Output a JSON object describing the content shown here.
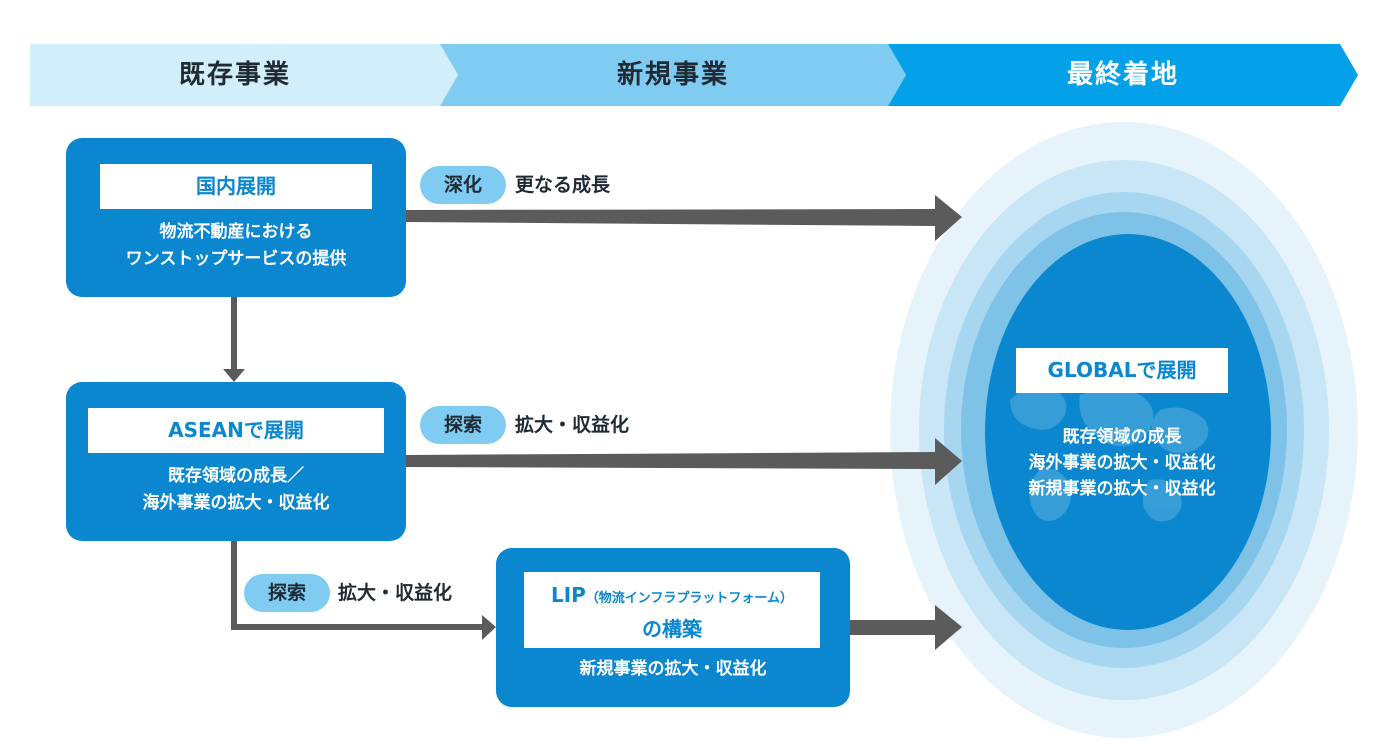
{
  "phases": [
    "既存事業",
    "新規事業",
    "最終着地"
  ],
  "boxes": {
    "domestic": {
      "title": "国内展開",
      "desc_line1": "物流不動産における",
      "desc_line2": "ワンストップサービスの提供"
    },
    "asean": {
      "title": "ASEANで展開",
      "desc_line1": "既存領域の成長／",
      "desc_line2": "海外事業の拡大・収益化"
    },
    "lip": {
      "title_main": "LIP",
      "title_paren": "（物流インフラプラットフォーム）",
      "title_line2": "の構築",
      "desc": "新規事業の拡大・収益化"
    }
  },
  "arrows": {
    "a1": {
      "tag": "深化",
      "text": "更なる成長"
    },
    "a2": {
      "tag": "探索",
      "text": "拡大・収益化"
    },
    "a3": {
      "tag": "探索",
      "text": "拡大・収益化"
    }
  },
  "global": {
    "title": "GLOBALで展開",
    "line1": "既存領域の成長",
    "line2": "海外事業の拡大・収益化",
    "line3": "新規事業の拡大・収益化"
  },
  "colors": {
    "phase1": "#d3eefb",
    "phase2": "#7fcbf2",
    "phase3": "#05a0ea",
    "box": "#0a87cf",
    "arrow": "#5b5b5b",
    "pill": "#7fcbf2",
    "ring1": "#e6f3fb",
    "ring2": "#c9e6f6",
    "ring3": "#a7d6f0",
    "ring4": "#7fc2e8",
    "core": "#0a87cf"
  }
}
